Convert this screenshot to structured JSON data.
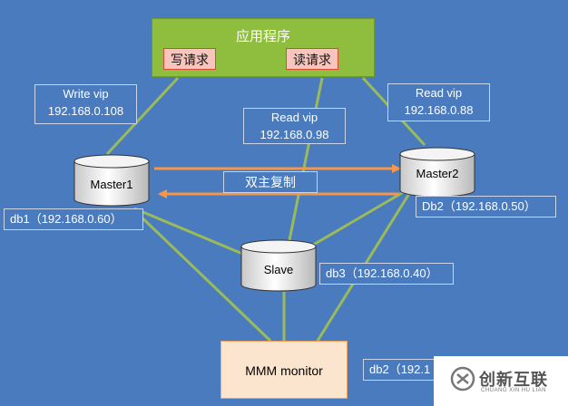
{
  "app": {
    "title": "应用程序",
    "write_request": "写请求",
    "read_request": "读请求"
  },
  "vips": {
    "write": {
      "label": "Write vip",
      "ip": "192.168.0.108"
    },
    "read1": {
      "label": "Read vip",
      "ip": "192.168.0.98"
    },
    "read2": {
      "label": "Read vip",
      "ip": "192.168.0.88"
    }
  },
  "nodes": {
    "master1": "Master1",
    "master2": "Master2",
    "slave": "Slave",
    "monitor": "MMM  monitor"
  },
  "dbs": {
    "db1": "db1（192.168.0.60）",
    "db2": "Db2（192.168.0.50）",
    "db3": "db3（192.168.0.40）",
    "db2_partial": "db2（192.1"
  },
  "replication_label": "双主复制",
  "watermark": {
    "text": "创新互联",
    "sub": "CHUANG XIN HU LIAN"
  },
  "colors": {
    "background": "#4a7bbf",
    "connector": "#9bbb59",
    "replication_arrow": "#f79646",
    "app_box": "#8fbe3f",
    "request_box": "#f8c5bd",
    "monitor_box": "#fce5cf"
  }
}
